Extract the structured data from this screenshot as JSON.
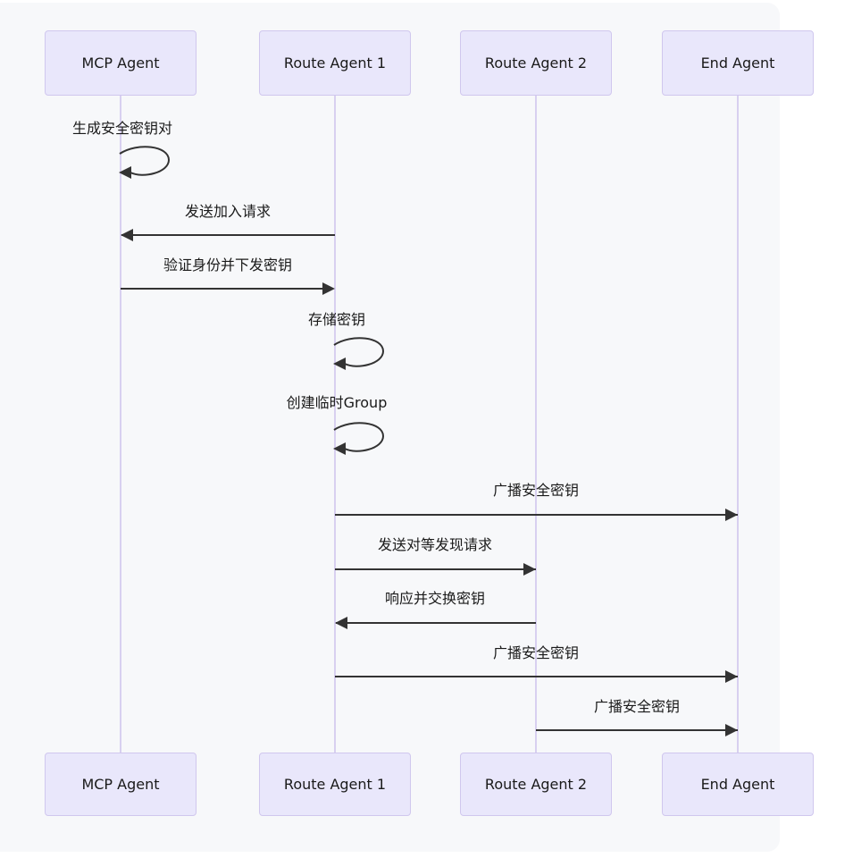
{
  "diagram": {
    "type": "sequence",
    "actors": [
      {
        "id": "mcp",
        "label": "MCP Agent"
      },
      {
        "id": "route1",
        "label": "Route Agent 1"
      },
      {
        "id": "route2",
        "label": "Route Agent 2"
      },
      {
        "id": "end",
        "label": "End Agent"
      }
    ],
    "messages": [
      {
        "from": "mcp",
        "to": "mcp",
        "kind": "self",
        "text": "生成安全密钥对"
      },
      {
        "from": "route1",
        "to": "mcp",
        "kind": "solid",
        "text": "发送加入请求"
      },
      {
        "from": "mcp",
        "to": "route1",
        "kind": "solid",
        "text": "验证身份并下发密钥"
      },
      {
        "from": "route1",
        "to": "route1",
        "kind": "self",
        "text": "存储密钥"
      },
      {
        "from": "route1",
        "to": "route1",
        "kind": "self",
        "text": "创建临时Group"
      },
      {
        "from": "route1",
        "to": "end",
        "kind": "solid",
        "text": "广播安全密钥"
      },
      {
        "from": "route1",
        "to": "route2",
        "kind": "solid",
        "text": "发送对等发现请求"
      },
      {
        "from": "route2",
        "to": "route1",
        "kind": "solid",
        "text": "响应并交换密钥"
      },
      {
        "from": "route1",
        "to": "end",
        "kind": "solid",
        "text": "广播安全密钥"
      },
      {
        "from": "route2",
        "to": "end",
        "kind": "solid",
        "text": "广播安全密钥"
      }
    ],
    "colors": {
      "actor_fill": "#e9e7fb",
      "actor_border": "#d0c7ee",
      "lifeline": "#d8d0f0",
      "arrow": "#333333",
      "text": "#1a1a1a",
      "panel_bg": "#f7f8fa",
      "page_bg": "#ffffff"
    }
  }
}
